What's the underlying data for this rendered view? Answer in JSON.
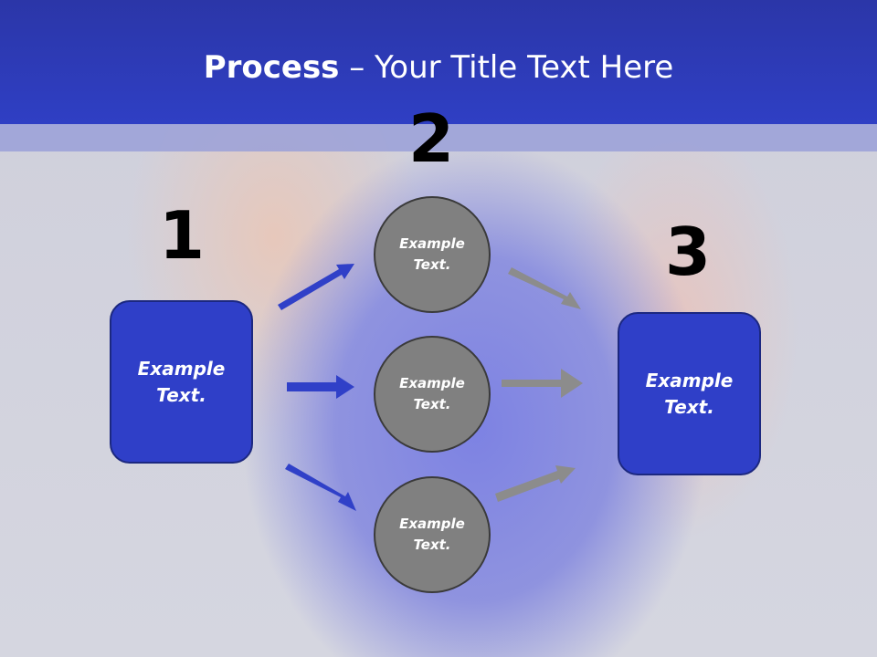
{
  "title": {
    "bold": "Process",
    "rest": " – Your Title Text Here"
  },
  "steps": {
    "n1": "1",
    "n2": "2",
    "n3": "3"
  },
  "left_box": {
    "line1": "Example",
    "line2": "Text."
  },
  "right_box": {
    "line1": "Example",
    "line2": "Text."
  },
  "circles": [
    {
      "line1": "Example",
      "line2": "Text."
    },
    {
      "line1": "Example",
      "line2": "Text."
    },
    {
      "line1": "Example",
      "line2": "Text."
    }
  ],
  "colors": {
    "header": "#2f3fc4",
    "box": "#2f3fc8",
    "circle": "#808080",
    "arrow_blue": "#3040c8",
    "arrow_gray": "#8c8c8c"
  }
}
